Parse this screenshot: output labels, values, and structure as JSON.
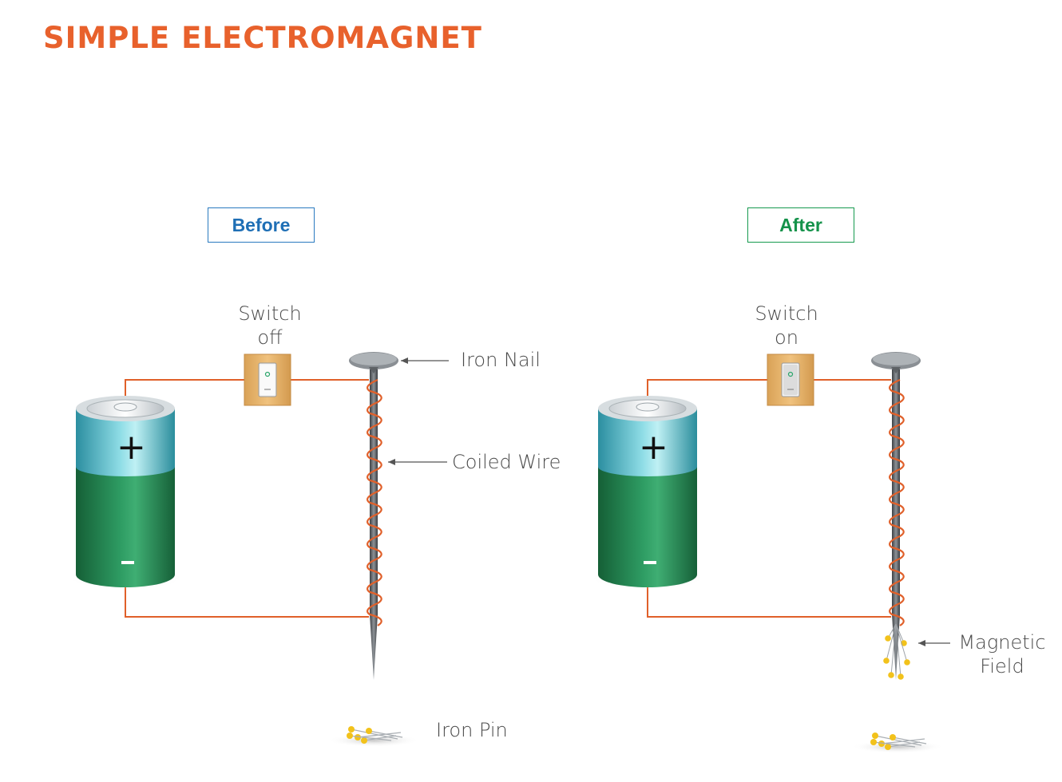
{
  "title": "SIMPLE ELECTROMAGNET",
  "panels": {
    "before": {
      "tag": "Before",
      "switch_label_1": "Switch",
      "switch_label_2": "off",
      "battery_plus": "+",
      "nail_label": "Iron Nail",
      "coil_label": "Coiled Wire",
      "pin_label": "Iron Pin"
    },
    "after": {
      "tag": "After",
      "switch_label_1": "Switch",
      "switch_label_2": "on",
      "battery_plus": "+",
      "field_label_1": "Magnetic",
      "field_label_2": "Field"
    }
  },
  "colors": {
    "title": "#e8612c",
    "before_tag": "#1f6fb5",
    "after_tag": "#14924a",
    "wire": "#e0602a",
    "battery_top": "#3ba9b7",
    "battery_body": "#1d7a48",
    "nail": "#5d6166",
    "switch_base": "#e6b36a",
    "pin_head": "#f2c21b"
  },
  "icons": [
    "battery-icon",
    "switch-icon",
    "iron-nail-icon",
    "iron-pin-icon",
    "arrow-icon"
  ]
}
